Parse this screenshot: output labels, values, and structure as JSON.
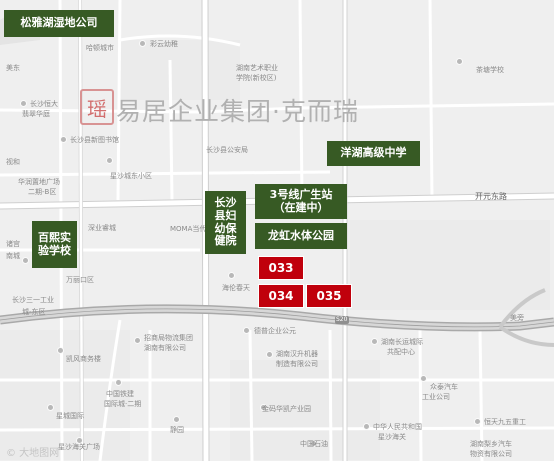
{
  "watermark": {
    "logo_char": "瑶",
    "company": "易居企业集团·克而瑞"
  },
  "copyright": "© 大地图网",
  "badges": {
    "songya": "松雅湖湿地公司",
    "yanghu": "洋湖高级中学",
    "changsha_hospital": "长沙县妇幼保健院",
    "line3": "3号线广生站（在建中）",
    "longhu": "龙虹水体公园",
    "baixi": "百熙实验学校"
  },
  "lots": [
    "033",
    "034",
    "035"
  ],
  "road_labels": {
    "kaiyuan": "开元东路",
    "s20": "S20"
  },
  "places": {
    "p01": "哈顿城市",
    "p02": "彩云幼稚",
    "p03": "湖南艺术职业",
    "p04": "学院(新校区)",
    "p05": "茶塘学校",
    "p06": "长沙恒大",
    "p07": "翡翠华庭",
    "p08": "长沙县新图书馆",
    "p09": "长沙县公安局",
    "p10": "星沙城东小区",
    "p11": "华润置地广场",
    "p12": "二期-B区",
    "p13": "深业睿城",
    "p14": "MOMA当代",
    "p15": "海伦春天",
    "p16": "长沙三一工业",
    "p17": "城-东区",
    "p18": "万丽口区",
    "p19": "德普企业公元",
    "p20": "招商局物流集团",
    "p21": "湖南有限公司",
    "p22": "湖南长运城际",
    "p23": "共配中心",
    "p24": "湖南汉升机器",
    "p25": "制造有限公司",
    "p26": "凯风商务楼",
    "p27": "中国铁建",
    "p28": "国际城·二期",
    "p29": "众泰汽车",
    "p30": "工业公司",
    "p31": "星城国际",
    "p32": "金码华凯产业园",
    "p33": "静园",
    "p34": "中华人民共和国",
    "p35": "星沙海关",
    "p36": "恒天九五重工",
    "p37": "中国石油",
    "p38": "湖南梨乡汽车",
    "p39": "物资有限公司",
    "p40": "星沙海关广场",
    "p41": "视和",
    "p42": "诸宫",
    "p43": "美旁",
    "p44": "美东",
    "p45": "南城"
  }
}
